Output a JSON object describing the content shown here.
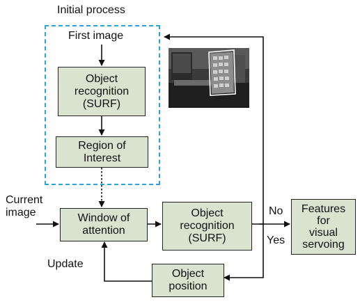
{
  "title": "Initial process",
  "labels": {
    "first_image": "First image",
    "current_image": "Current\nimage",
    "update": "Update",
    "no": "No",
    "yes": "Yes"
  },
  "boxes": {
    "object_recognition_top": "Object\nrecognition\n(SURF)",
    "region_of_interest": "Region of\nInterest",
    "window_of_attention": "Window of\nattention",
    "object_recognition_right": "Object\nrecognition\n(SURF)",
    "features": "Features\nfor\nvisual\nservoing",
    "object_position": "Object\nposition"
  },
  "colors": {
    "box_fill": "#d9e3cf",
    "dashed_border": "#2aa4dc",
    "roi_rectangle": "#ffffff"
  }
}
